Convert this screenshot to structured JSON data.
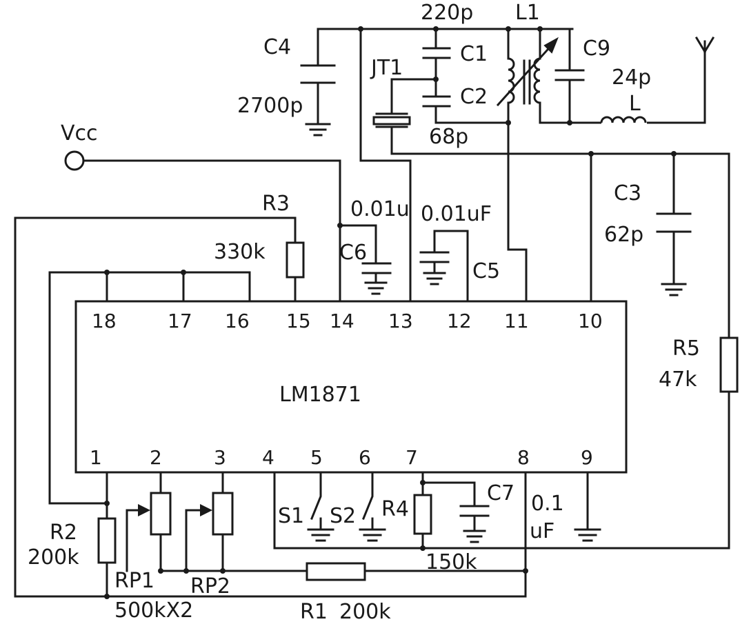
{
  "ic": {
    "name": "LM1871",
    "top_pins": [
      "18",
      "17",
      "16",
      "15",
      "14",
      "13",
      "12",
      "11",
      "10"
    ],
    "bottom_pins": [
      "1",
      "2",
      "3",
      "4",
      "5",
      "6",
      "7",
      "8",
      "9"
    ]
  },
  "labels": {
    "vcc": "Vcc",
    "c4": "C4",
    "c4_val": "2700p",
    "c1": "C1",
    "c2": "C2",
    "c1_val": "220p",
    "c2_val": "68p",
    "jt1": "JT1",
    "l1": "L1",
    "c9": "C9",
    "c9_val": "24p",
    "l": "L",
    "c3": "C3",
    "c3_val": "62p",
    "r3": "R3",
    "r3_val": "330k",
    "c6": "C6",
    "c6_val": "0.01u",
    "c5": "C5",
    "c5_val": "0.01uF",
    "r5": "R5",
    "r5_val": "47k",
    "r2": "R2",
    "r2_val": "200k",
    "rp1": "RP1",
    "rp2": "RP2",
    "rp_val": "500kX2",
    "r1": "R1",
    "r1_val": "200k",
    "s1": "S1",
    "s2": "S2",
    "r4": "R4",
    "r4_val": "150k",
    "c7": "C7",
    "c7_val_line1": "0.1",
    "c7_val_line2": "uF"
  }
}
